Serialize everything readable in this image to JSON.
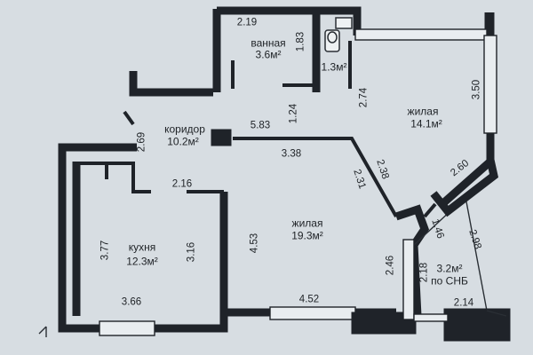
{
  "rooms": {
    "bathroom": {
      "name": "ванная",
      "area": "3.6м²"
    },
    "toilet": {
      "area": "1.3м²"
    },
    "living_top": {
      "name": "жилая",
      "area": "14.1м²"
    },
    "corridor": {
      "name": "коридор",
      "area": "10.2м²"
    },
    "living_main": {
      "name": "жилая",
      "area": "19.3м²"
    },
    "kitchen": {
      "name": "кухня",
      "area": "12.3м²"
    },
    "balcony": {
      "area": "3.2м²",
      "note": "по СНБ"
    }
  },
  "dimensions": {
    "d219": "2.19",
    "d183": "1.83",
    "d274": "2.74",
    "d350": "3.50",
    "d124": "1.24",
    "d583": "5.83",
    "d269": "2.69",
    "d338": "3.38",
    "d238": "2.38",
    "d231": "2.31",
    "d260": "2.60",
    "d216": "2.16",
    "d377": "3.77",
    "d316": "3.16",
    "d453": "4.53",
    "d146": "1.46",
    "d298": "2.98",
    "d246": "2.46",
    "d218": "2.18",
    "d366": "3.66",
    "d452": "4.52",
    "d214": "2.14"
  }
}
